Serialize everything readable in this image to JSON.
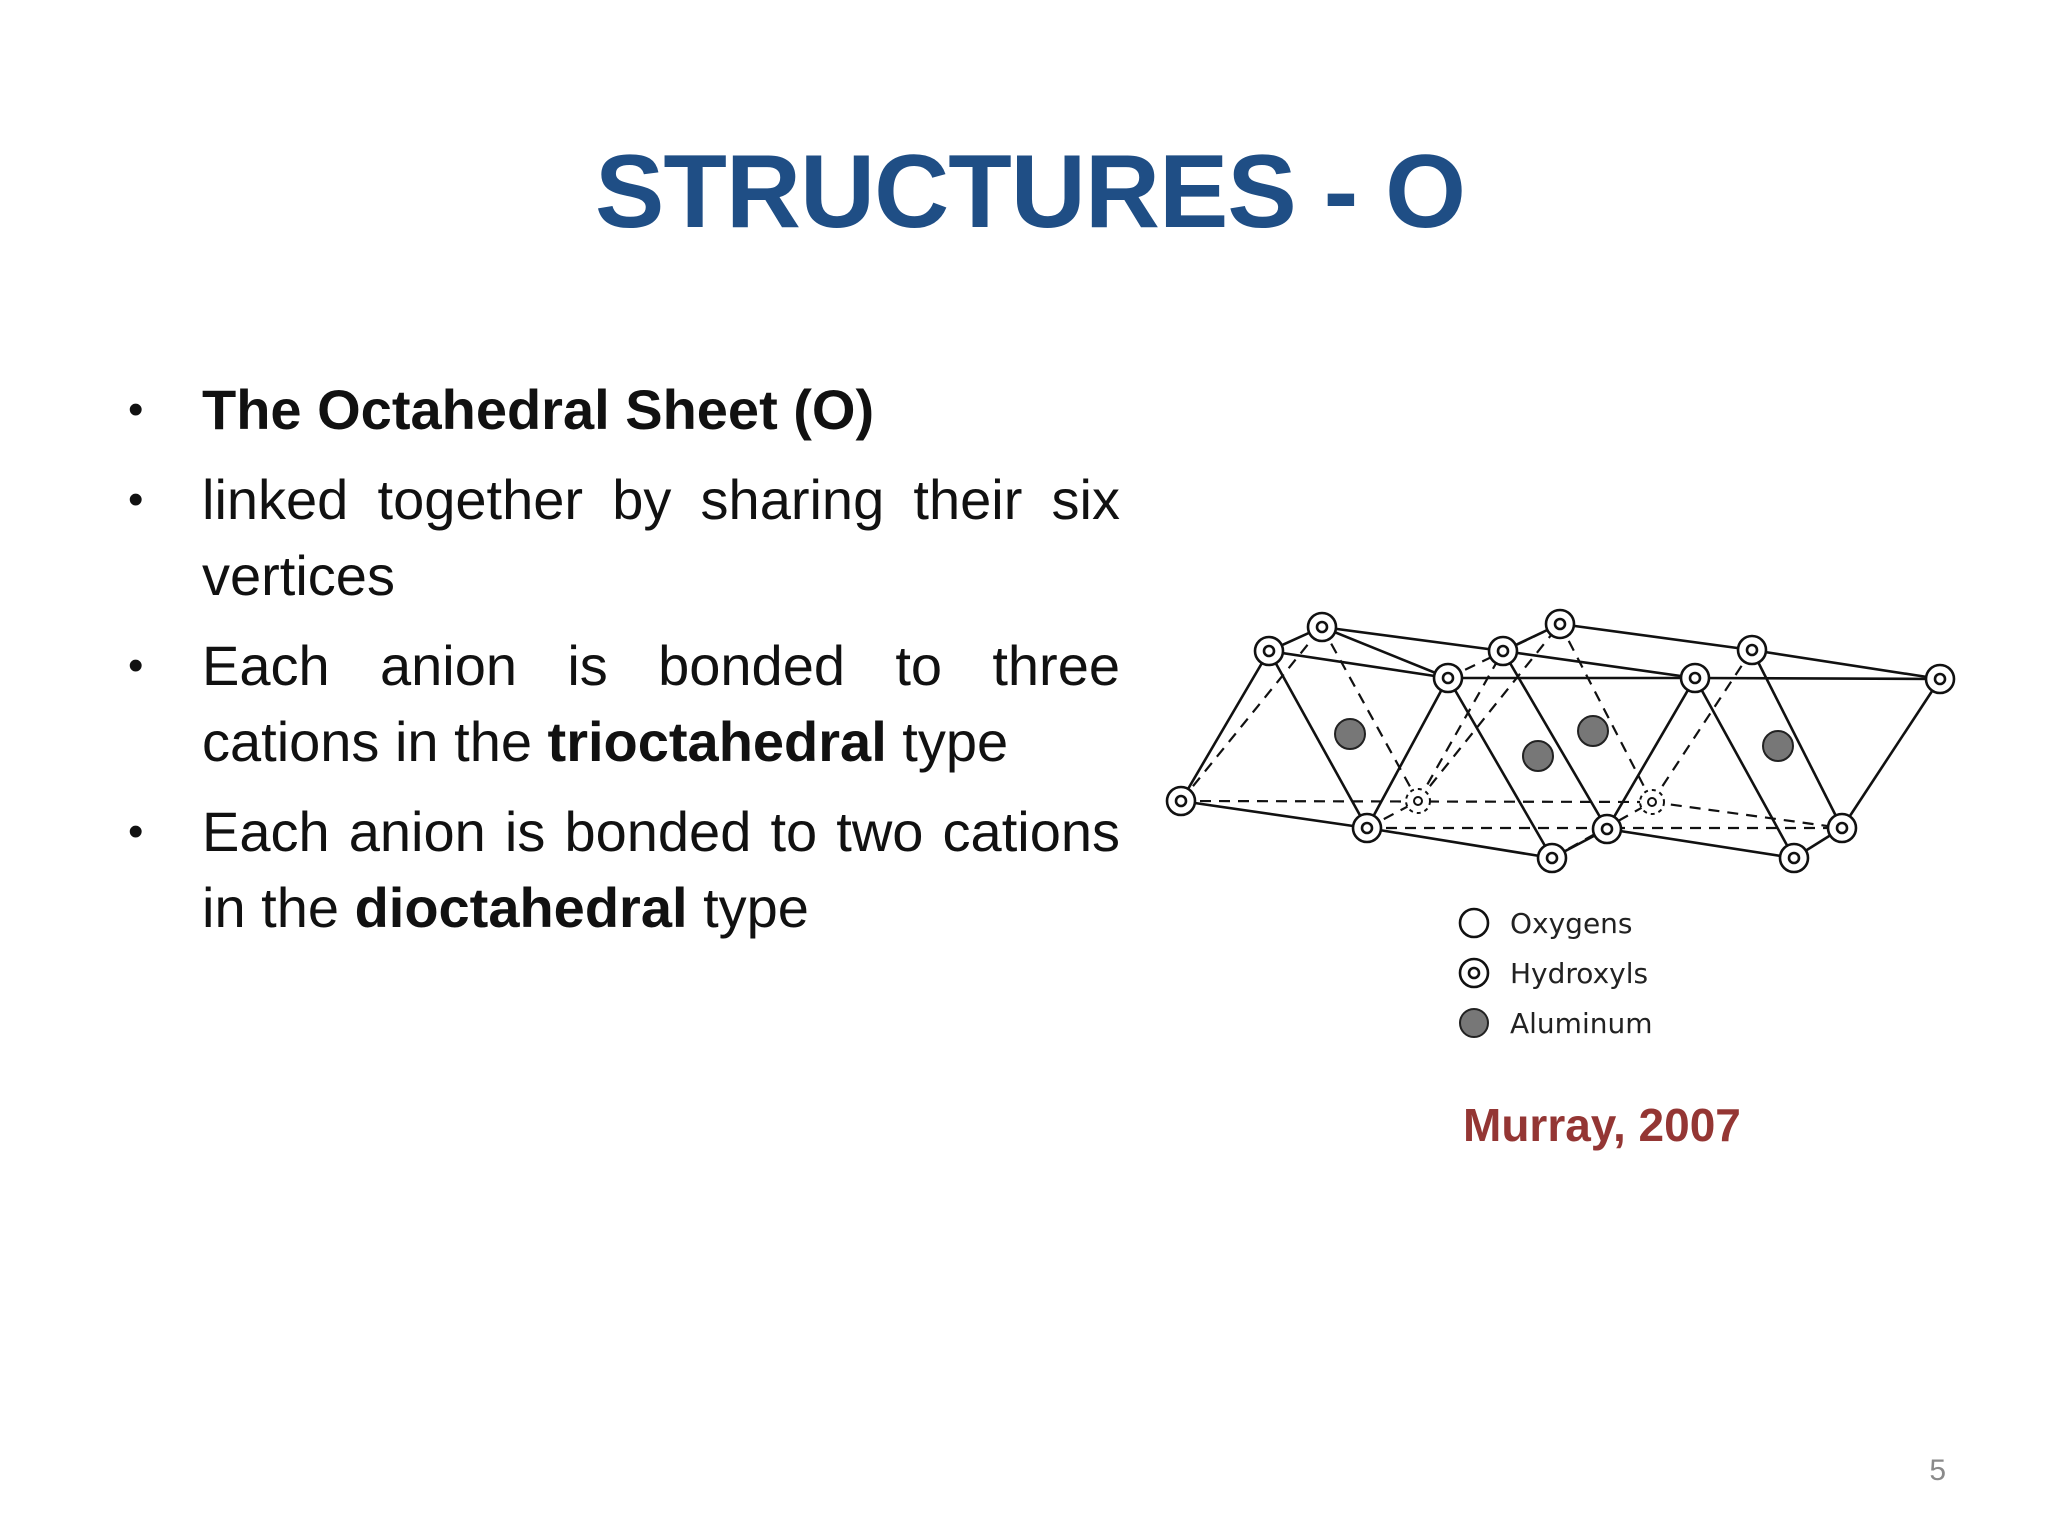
{
  "slide": {
    "title": "STRUCTURES - O",
    "page_number": "5"
  },
  "bullets": [
    {
      "marker": "•",
      "parts": [
        {
          "text": "The Octahedral Sheet (O)",
          "bold": true
        }
      ]
    },
    {
      "marker": "•",
      "parts": [
        {
          "text": "linked together by sharing their six vertices",
          "bold": false
        }
      ]
    },
    {
      "marker": "•",
      "parts": [
        {
          "text": "Each anion is bonded to three cations in the ",
          "bold": false
        },
        {
          "text": "trioctahedral",
          "bold": true
        },
        {
          "text": " type",
          "bold": false
        }
      ]
    },
    {
      "marker": "•",
      "parts": [
        {
          "text": "Each anion is bonded to two cations in the ",
          "bold": false
        },
        {
          "text": "dioctahedral",
          "bold": true
        },
        {
          "text": " type",
          "bold": false
        }
      ]
    }
  ],
  "diagram": {
    "legend": [
      {
        "label": "Oxygens",
        "icon": "open-circle-icon"
      },
      {
        "label": "Hydroxyls",
        "icon": "dotted-circle-icon"
      },
      {
        "label": "Aluminum",
        "icon": "filled-gray-circle-icon"
      }
    ],
    "colors": {
      "aluminum": "#777777",
      "lines": "#111111"
    }
  },
  "citation": "Murray, 2007",
  "colors": {
    "title": "#1f4e85",
    "citation": "#943634",
    "page_number": "#8a8a8a"
  }
}
